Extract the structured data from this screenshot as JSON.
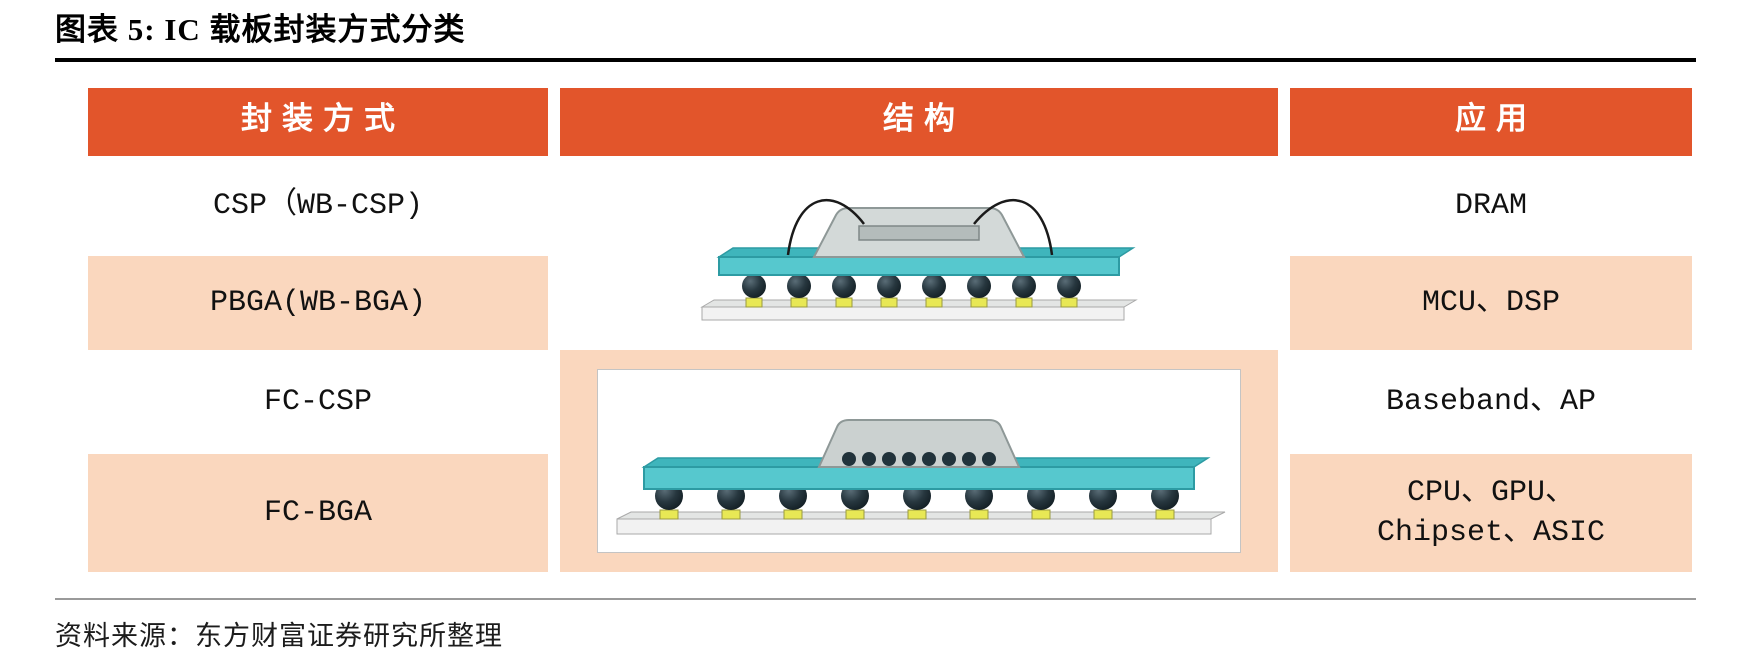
{
  "title": "图表 5: IC 载板封装方式分类",
  "source": "资料来源：东方财富证券研究所整理",
  "table": {
    "headers": [
      "封装方式",
      "结构",
      "应用"
    ],
    "rows": [
      {
        "method": "CSP（WB-CSP)",
        "application": "DRAM"
      },
      {
        "method": "PBGA(WB-BGA)",
        "application": "MCU、DSP"
      },
      {
        "method": "FC-CSP",
        "application": "Baseband、AP"
      },
      {
        "method": "FC-BGA",
        "application": "CPU、GPU、\nChipset、ASIC"
      }
    ],
    "structure_diagrams": [
      "wire-bond-package-cross-section",
      "flip-chip-package-cross-section"
    ]
  },
  "colors": {
    "header_bg": "#E2552B",
    "header_text": "#FFFFFF",
    "row_highlight_bg": "#FAD7BE",
    "substrate_teal": "#56C8CE",
    "solder_ball": "#22333B",
    "pad_yellow": "#E8E855",
    "mold_gray": "#D3D9D8"
  }
}
